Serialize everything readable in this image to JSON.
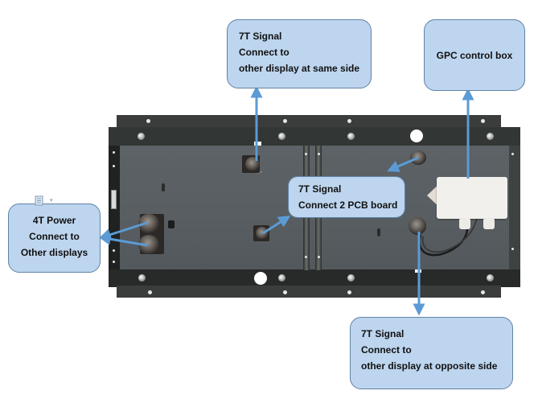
{
  "diagram": {
    "subject": "LED display panel rear view with cable connections",
    "accent_color": "#5b9bd5",
    "callout_fill": "#bdd5ee",
    "callout_border": "#6082a6"
  },
  "callouts": {
    "same_side": {
      "lines": [
        "7T Signal",
        "Connect to",
        "other display at same side"
      ]
    },
    "gpc": {
      "lines": [
        "GPC control box"
      ]
    },
    "pcb": {
      "lines": [
        "7T Signal",
        "Connect 2 PCB board"
      ]
    },
    "power": {
      "lines": [
        "4T Power",
        "Connect to",
        "Other displays"
      ],
      "icon": "paste-options-icon"
    },
    "opposite_side": {
      "lines": [
        "7T Signal",
        "Connect to",
        "other display at opposite side"
      ]
    }
  }
}
